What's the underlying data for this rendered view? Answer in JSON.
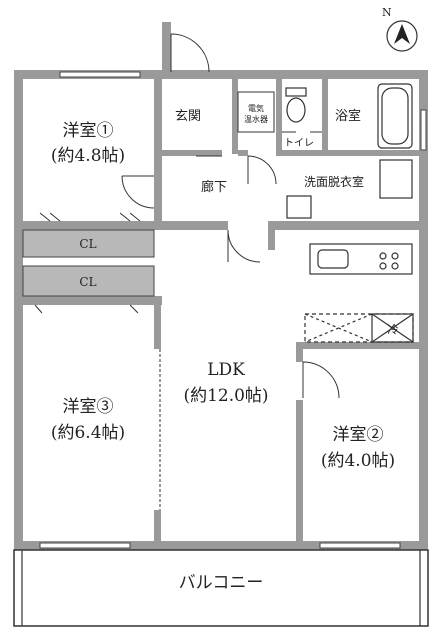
{
  "compass": {
    "label": "N"
  },
  "rooms": {
    "western1": {
      "name": "洋室①",
      "size": "(約4.8帖)"
    },
    "western2": {
      "name": "洋室②",
      "size": "(約4.0帖)"
    },
    "western3": {
      "name": "洋室③",
      "size": "(約6.4帖)"
    },
    "ldk": {
      "name": "LDK",
      "size": "(約12.0帖)"
    },
    "entrance": {
      "name": "玄関"
    },
    "water_heater": {
      "line1": "電気",
      "line2": "温水器"
    },
    "toilet": {
      "name": "トイレ"
    },
    "bath": {
      "name": "浴室"
    },
    "hallway": {
      "name": "廊下"
    },
    "washroom": {
      "name": "洗面脱衣室"
    },
    "closet1": {
      "name": "CL"
    },
    "closet2": {
      "name": "CL"
    },
    "fridge": {
      "name": "冷"
    },
    "balcony": {
      "name": "バルコニー"
    }
  }
}
